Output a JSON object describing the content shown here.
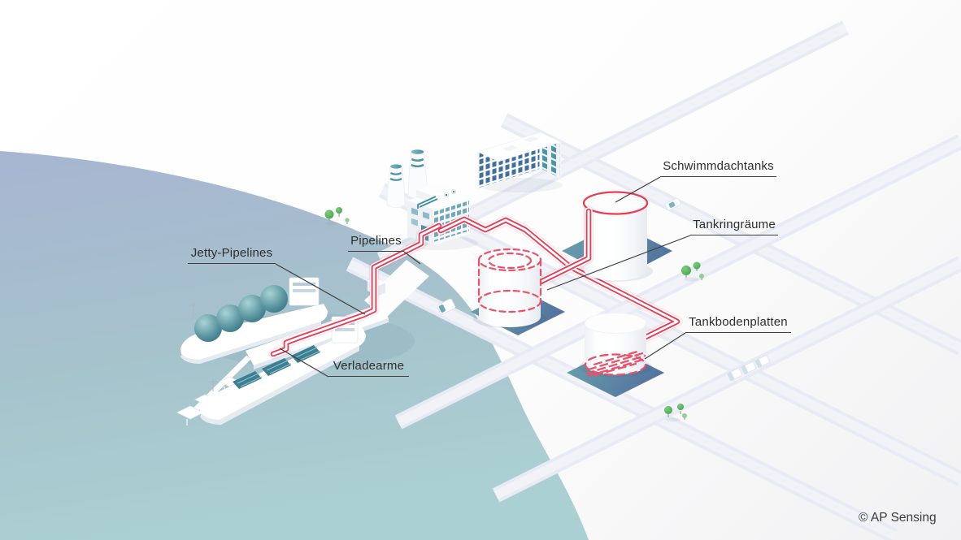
{
  "labels": {
    "schwimmdachtanks": "Schwimmdachtanks",
    "tankringraeume": "Tankringräume",
    "tankbodenplatten": "Tankbodenplatten",
    "pipelines": "Pipelines",
    "jetty_pipelines": "Jetty-Pipelines",
    "verladearme": "Verladearme"
  },
  "copyright": "© AP Sensing",
  "colors": {
    "pipeline_red": "#e63c55",
    "pipeline_red_dashed": "#e8536b",
    "label_ink": "#2e2e2e",
    "water_top": "#a7b5d1",
    "water_bottom": "#abd0d3",
    "tank_pad_teal": "#6aa4ae",
    "tank_pad_blue": "#54749f",
    "road": "#e8ebf4",
    "tree_green": "#4db153",
    "window_blue": "#3f6f9e",
    "window_teal": "#4a93a2",
    "dome_teal": "#2e6b7d"
  }
}
